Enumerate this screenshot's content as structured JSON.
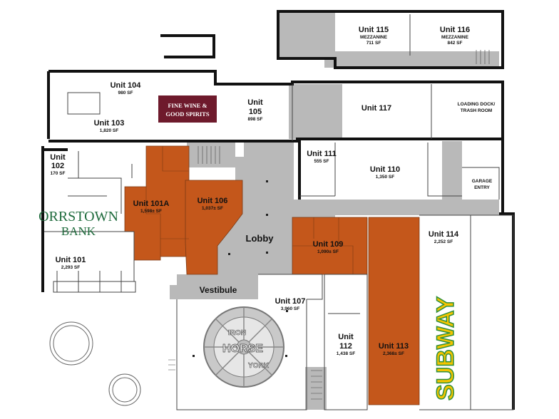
{
  "units": {
    "u115": {
      "name": "Unit 115",
      "sub": "MEZZANINE",
      "sf": "711 SF"
    },
    "u116": {
      "name": "Unit 116",
      "sub": "MEZZANINE",
      "sf": "842 SF"
    },
    "u104": {
      "name": "Unit 104",
      "sf": "980 SF"
    },
    "u105": {
      "name": "Unit",
      "name2": "105",
      "sf": "898 SF"
    },
    "u117": {
      "name": "Unit 117"
    },
    "loading": {
      "line1": "LOADING DOCK/",
      "line2": "TRASH ROOM"
    },
    "u103": {
      "name": "Unit 103",
      "sf": "1,820 SF"
    },
    "u102": {
      "name": "Unit",
      "name2": "102",
      "sf": "170 SF"
    },
    "u111": {
      "name": "Unit 111",
      "sf": "555 SF"
    },
    "u110": {
      "name": "Unit 110",
      "sf": "1,350 SF"
    },
    "garage": {
      "line1": "GARAGE",
      "line2": "ENTRY"
    },
    "u106": {
      "name": "Unit 106",
      "sf": "1,037± SF"
    },
    "u101a": {
      "name": "Unit 101A",
      "sf": "1,598± SF"
    },
    "lobby": {
      "name": "Lobby"
    },
    "u109": {
      "name": "Unit 109",
      "sf": "1,090± SF"
    },
    "u114": {
      "name": "Unit 114",
      "sf": "2,252 SF"
    },
    "u101": {
      "name": "Unit 101",
      "sf": "2,293 SF"
    },
    "vestibule": {
      "name": "Vestibule"
    },
    "u107": {
      "name": "Unit 107",
      "sf": "3,960 SF"
    },
    "u112": {
      "name": "Unit",
      "name2": "112",
      "sf": "1,438 SF"
    },
    "u113": {
      "name": "Unit 113",
      "sf": "2,368± SF"
    }
  },
  "logos": {
    "wine": {
      "line1": "FINE WINE &",
      "line2": "GOOD SPIRITS"
    },
    "bank": {
      "line1": "ORRSTOWN",
      "line2": "BANK"
    },
    "subway": {
      "text": "SUBWAY"
    },
    "ironhorse": {
      "line1": "IRON",
      "line2": "HORSE",
      "line3": "YORK"
    }
  },
  "colors": {
    "available": "#c4571b",
    "common": "#b9b9b9",
    "wine": "#6e1a2c",
    "bank": "#1e6b3c",
    "subway_green": "#2f8f3a",
    "subway_yellow": "#f5c400"
  }
}
